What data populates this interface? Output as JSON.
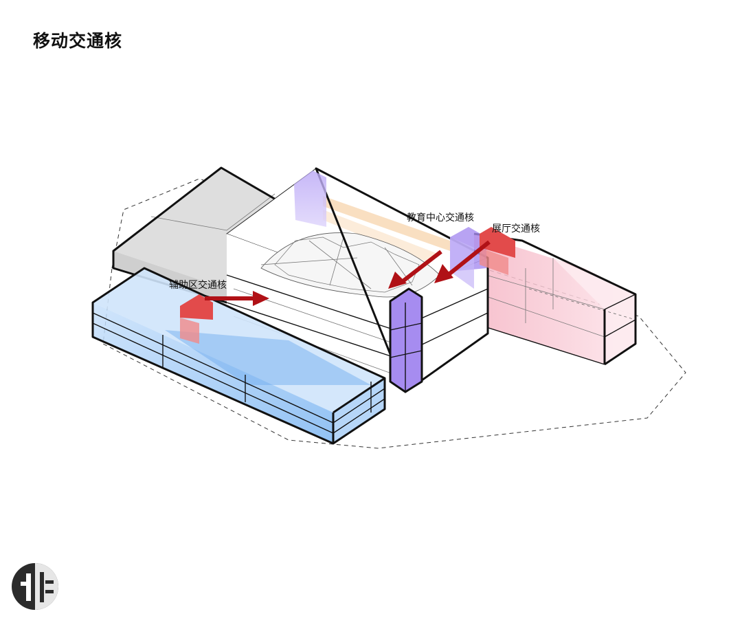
{
  "title": "移动交通核",
  "labels": {
    "aux_core": "辅助区交通核",
    "edu_core": "教育中心交通核",
    "hall_core": "展厅交通核"
  },
  "colors": {
    "blue_volume": "#8fc1f5",
    "pink_volume": "#f8c7d2",
    "grey_volume": "#dcdcdc",
    "purple_core": "#a68cf0",
    "red_core": "#e24b4b",
    "arrow": "#b01116",
    "orange_strip": "#f8d9b6"
  },
  "icons": {
    "logo": "circular-emblem-icon",
    "arrows": "red-arrow-icon"
  }
}
